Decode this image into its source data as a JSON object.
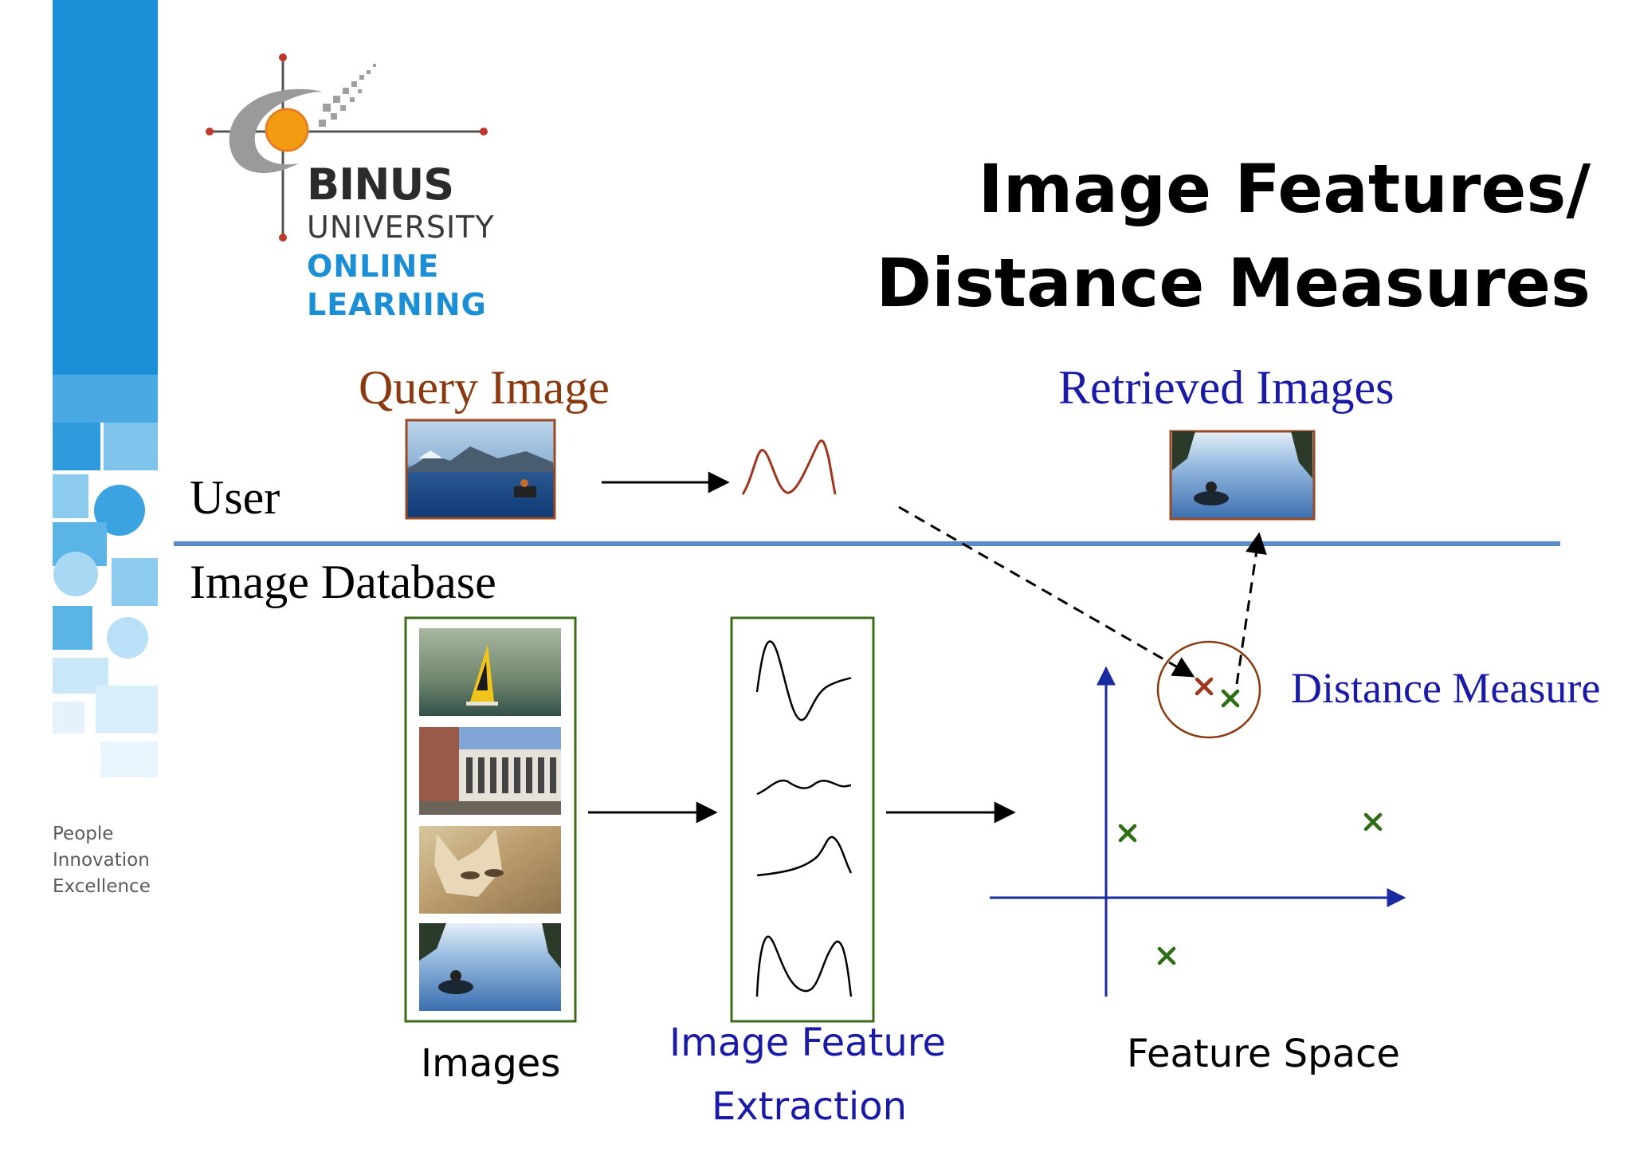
{
  "slide": {
    "title_line1": "Image Features/",
    "title_line2": "Distance Measures",
    "title_color": "#000000",
    "accent_blue": "#1a8fd6"
  },
  "logo": {
    "name": "BINUS",
    "line2": "UNIVERSITY",
    "line3": "ONLINE",
    "line4": "LEARNING"
  },
  "tagline": [
    "People",
    "Innovation",
    "Excellence"
  ],
  "diagram": {
    "query_label": "Query Image",
    "retrieved_label": "Retrieved Images",
    "user_label": "User",
    "database_label": "Image Database",
    "images_label": "Images",
    "extraction_label_line1": "Image Feature",
    "extraction_label_line2": "Extraction",
    "feature_space_label": "Feature Space",
    "distance_label": "Distance Measure",
    "colors": {
      "query_label": "#8b3a10",
      "blue_label": "#1a1aa8",
      "divider": "#5b8cc7",
      "box_border": "#3d6b1a",
      "green_mark": "#2e6e14",
      "query_mark": "#a0341c",
      "axis": "#1a2aa0",
      "circle": "#8b3a10"
    },
    "database_thumbnails": [
      "windsurfer-photo",
      "building-photo",
      "fox-photo",
      "boat-photo"
    ]
  }
}
